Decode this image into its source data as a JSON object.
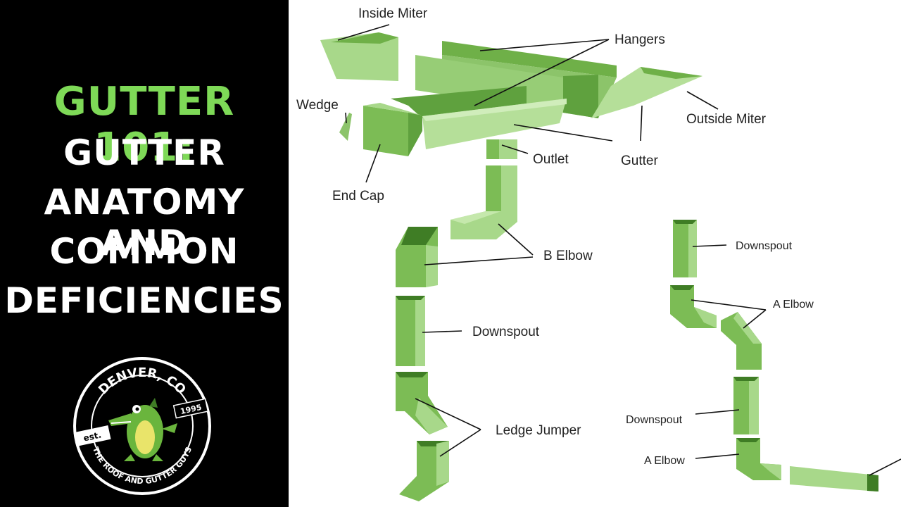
{
  "title": {
    "line1": "GUTTER 101:",
    "line2": "GUTTER",
    "line3": "ANATOMY AND",
    "line4": "COMMON",
    "line5": "DEFICIENCIES"
  },
  "logo": {
    "top_text": "DENVER, CO",
    "est": "est.",
    "year": "1995",
    "bottom_text": "THE ROOF AND GUTTER GUYS"
  },
  "labels": {
    "inside_miter": "Inside Miter",
    "hangers": "Hangers",
    "wedge": "Wedge",
    "outside_miter": "Outside Miter",
    "outlet": "Outlet",
    "gutter": "Gutter",
    "end_cap": "End Cap",
    "b_elbow": "B Elbow",
    "downspout_1": "Downspout",
    "ledge_jumper": "Ledge Jumper",
    "downspout_2": "Downspout",
    "a_elbow_1": "A Elbow",
    "downspout_3": "Downspout",
    "a_elbow_2": "A Elbow"
  },
  "colors": {
    "accent": "#7ed957",
    "green_light": "#a8d88a",
    "green_mid": "#8cc46a",
    "green_dark": "#5fa13e",
    "green_deep": "#3f7d25"
  }
}
